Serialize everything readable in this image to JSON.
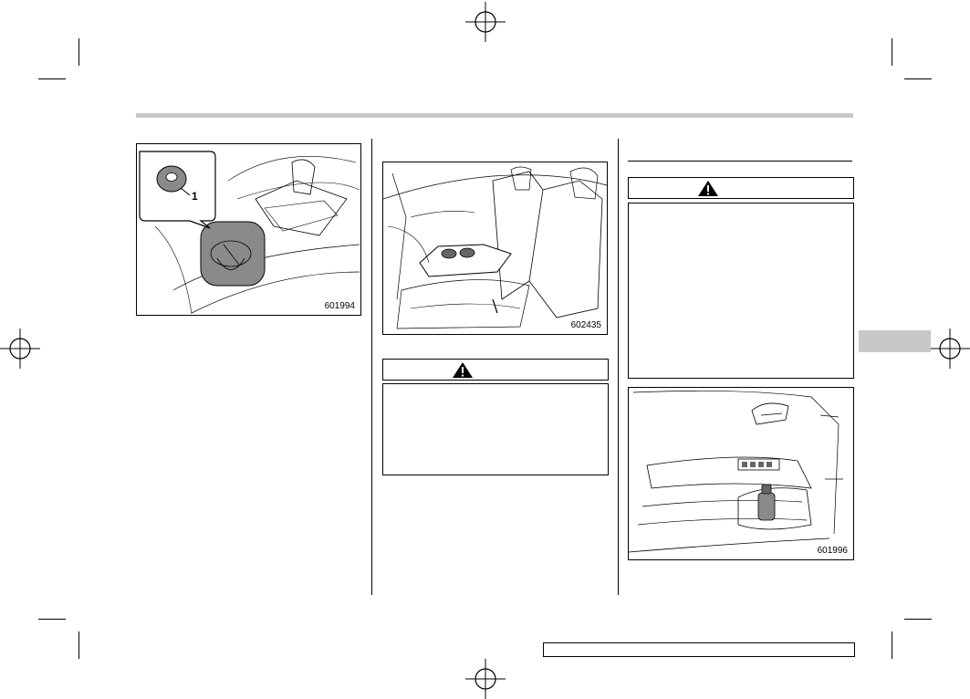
{
  "figures": {
    "fig1": {
      "id": "601994",
      "callout": "1"
    },
    "fig2": {
      "id": "602435"
    },
    "fig3": {
      "id": "601996"
    }
  },
  "icons": {
    "warning": "warning-triangle-icon",
    "registration": "registration-mark-icon"
  },
  "colors": {
    "header_bar": "#c9c9c9",
    "thumb_tab": "#c8c8c8",
    "cup_fill": "#8a8a8a"
  }
}
